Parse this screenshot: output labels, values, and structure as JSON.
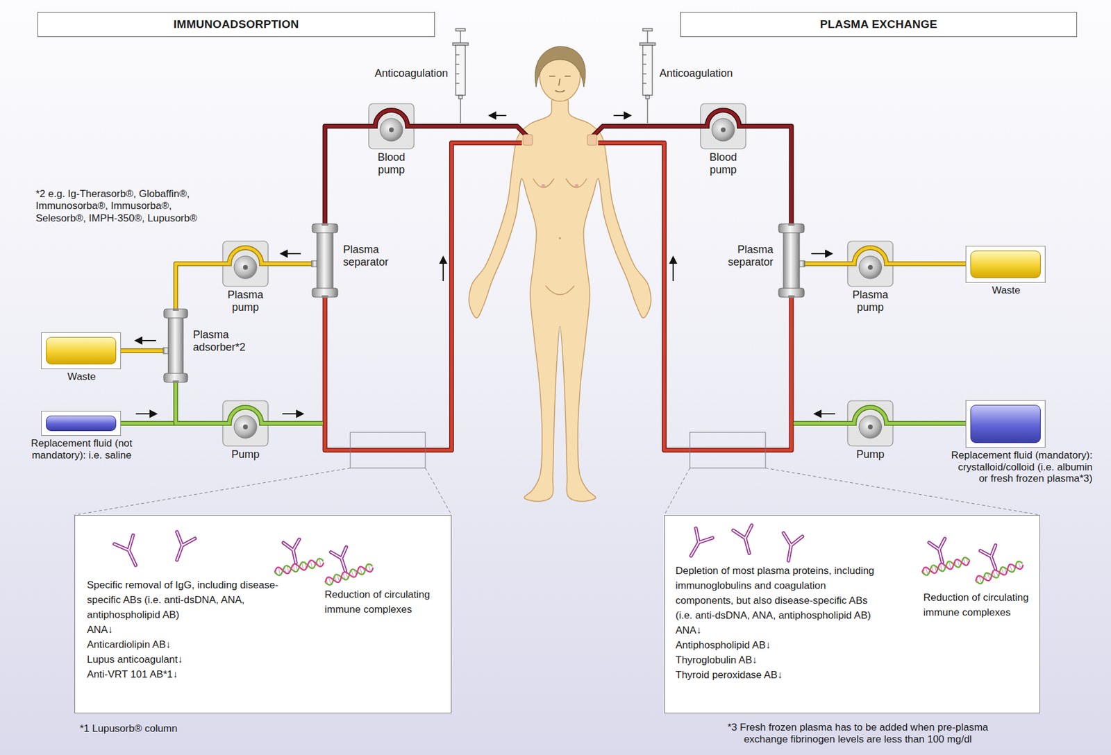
{
  "diagram": {
    "nodes": [
      {
        "text": [
          "IMMUNOADSORPTION"
        ]
      },
      {
        "text": [
          "PLASMA EXCHANGE"
        ]
      },
      {
        "text": [
          "Blood pump"
        ]
      },
      {
        "text": [
          "Blood pump"
        ]
      },
      {
        "text": [
          "Plasma separator"
        ]
      },
      {
        "text": [
          "Plasma separator"
        ]
      },
      {
        "text": [
          "Plasma pump"
        ]
      },
      {
        "text": [
          "Plasma pump"
        ]
      },
      {
        "text": [
          "Waste"
        ]
      },
      {
        "text": [
          "Plasma adsorber*2"
        ]
      },
      {
        "text": [
          "Waste"
        ]
      },
      {
        "text": [
          "Replacement fluid (not mandatory): i.e. saline"
        ]
      },
      {
        "text": [
          "Pump"
        ]
      },
      {
        "text": [
          "Pump"
        ]
      },
      {
        "text": [
          "Replacement fluid (mandatory): crystalloid/colloid (i.e. albumin or fresh frozen plasma*3)"
        ]
      },
      {
        "text": [
          "Specific removal of IgG, including disease-specific ABs (i.e. anti-dsDNA, ANA, antiphospholipid AB)",
          "ANA↓",
          "Anticardiolipin AB↓",
          "Lupus anticoagulant↓",
          "Anti-VRT 101 AB*1↓",
          "Reduction of circulating immune complexes"
        ]
      },
      {
        "text": [
          "Depletion of most plasma proteins, including immunoglobulins and coagulation components, but also disease-specific ABs (i.e. anti-dsDNA, ANA, antiphospholipid AB)",
          "ANA↓",
          "Antiphospholipid AB↓",
          "Thyroglobulin AB↓",
          "Thyroid peroxidase AB↓",
          "Reduction of circulating immune complexes"
        ]
      }
    ],
    "edges": [
      {
        "from": 2,
        "to": 4,
        "arrow": "none"
      },
      {
        "from": 4,
        "to": 6,
        "arrow": "none"
      },
      {
        "from": 6,
        "to": 9,
        "arrow": "none"
      },
      {
        "from": 9,
        "to": 10,
        "arrow": "none"
      },
      {
        "from": 11,
        "to": 12,
        "arrow": "none"
      },
      {
        "from": 9,
        "to": 12,
        "arrow": "none"
      },
      {
        "from": 3,
        "to": 5,
        "arrow": "none"
      },
      {
        "from": 5,
        "to": 7,
        "arrow": "none"
      },
      {
        "from": 7,
        "to": 8,
        "arrow": "none"
      },
      {
        "from": 14,
        "to": 13,
        "arrow": "none"
      }
    ],
    "labels": [
      "Anticoagulation",
      "Anticoagulation",
      "*2 e.g. Ig-Therasorb®, Globaffin®, Immunosorba®, Immusorba®, Selesorb®, IMPH-350®, Lupusorb®",
      "*1 Lupusorb® column",
      "*3 Fresh frozen plasma has to be added when pre-plasma exchange fibrinogen levels are less than 100 mg/dl"
    ]
  }
}
